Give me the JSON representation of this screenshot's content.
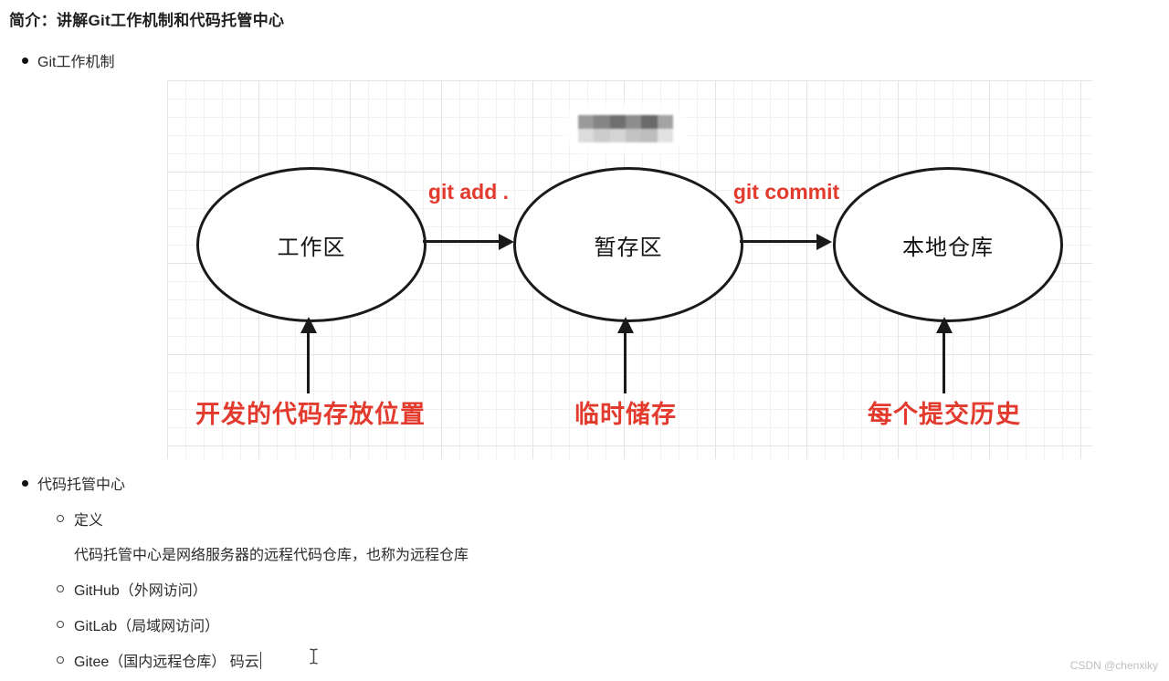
{
  "doc": {
    "title": "简介：讲解Git工作机制和代码托管中心",
    "section1": "Git工作机制",
    "section2": "代码托管中心",
    "definition_label": "定义",
    "definition_body": "代码托管中心是网络服务器的远程代码仓库，也称为远程仓库",
    "hosting_items": [
      "GitHub（外网访问）",
      "GitLab（局域网访问）"
    ],
    "gitee_item": "Gitee（国内远程仓库） 码云"
  },
  "diagram": {
    "nodes": [
      {
        "label": "工作区",
        "caption": "开发的代码存放位置"
      },
      {
        "label": "暂存区",
        "caption": "临时储存"
      },
      {
        "label": "本地仓库",
        "caption": "每个提交历史"
      }
    ],
    "edges": [
      {
        "label": "git add ."
      },
      {
        "label": "git commit"
      }
    ],
    "colors": {
      "annotation_red": "#e23a2d",
      "stroke_black": "#1a1a1a",
      "grid_line": "#e9e2e2"
    }
  },
  "watermark": "CSDN @chenxiky"
}
